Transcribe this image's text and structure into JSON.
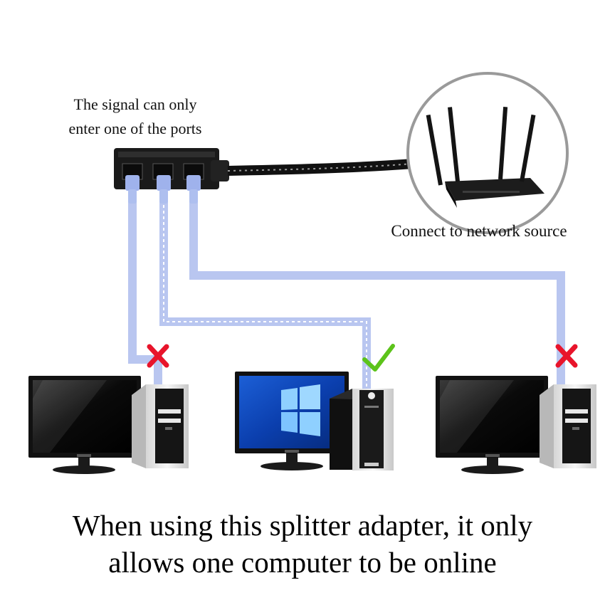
{
  "labels": {
    "port_note_line1": "The signal can only",
    "port_note_line2": "enter one of the ports",
    "router_note": "Connect to network source",
    "headline_line1": "When using this splitter adapter, it only",
    "headline_line2": "allows one computer to be online"
  },
  "computers": [
    {
      "status": "blocked",
      "status_icon": "cross-icon",
      "online": false
    },
    {
      "status": "online",
      "status_icon": "check-icon",
      "online": true
    },
    {
      "status": "blocked",
      "status_icon": "cross-icon",
      "online": false
    }
  ],
  "colors": {
    "cable": "#b9c6f0",
    "connector": "#9fb2ec",
    "cross": "#e8142b",
    "check": "#5cc31a",
    "splitter": "#1a1a1a",
    "router_circle": "#9a9a9a"
  }
}
